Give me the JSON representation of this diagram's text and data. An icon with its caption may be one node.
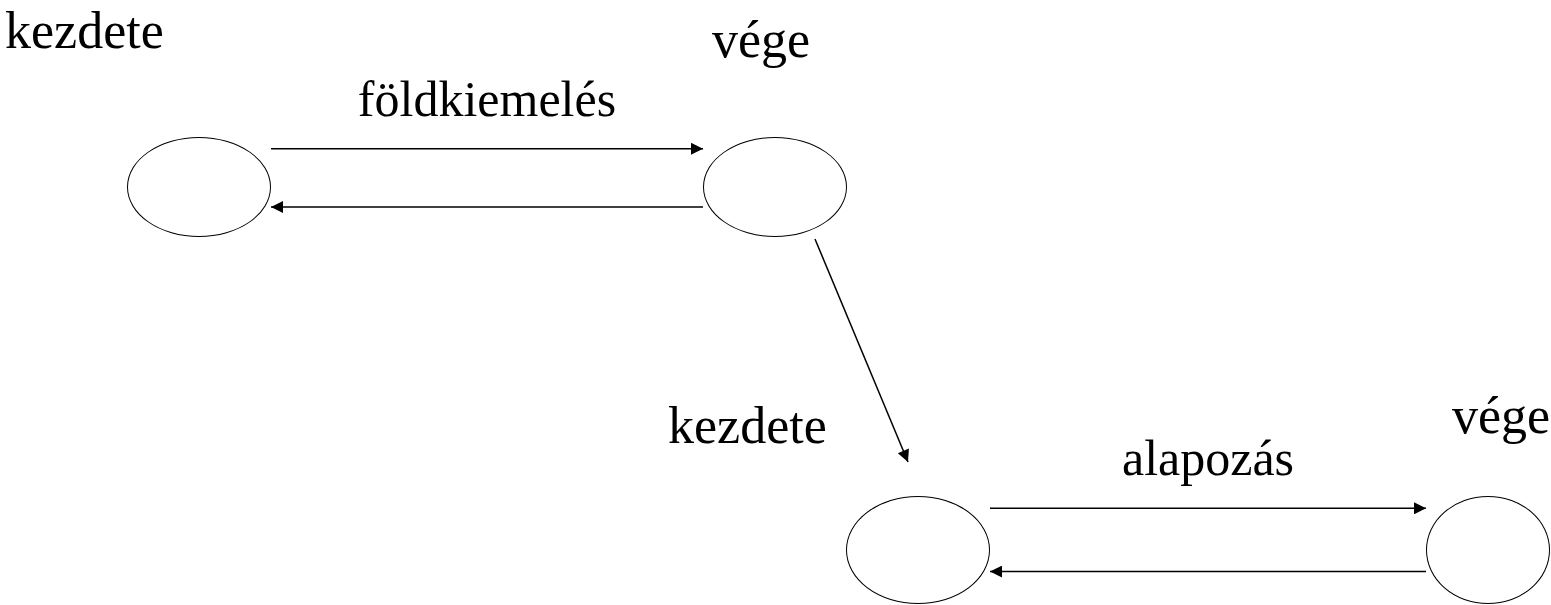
{
  "diagram": {
    "nodes": [
      {
        "text": [
          "kezdete"
        ]
      },
      {
        "text": [
          "vége"
        ]
      },
      {
        "text": [
          "kezdete"
        ]
      },
      {
        "text": [
          "vége"
        ]
      }
    ],
    "edges": [
      {
        "from": 0,
        "to": 1,
        "arrow": "to",
        "label": "földkiemelés"
      },
      {
        "from": 1,
        "to": 0,
        "arrow": "to"
      },
      {
        "from": 1,
        "to": 2,
        "arrow": "to"
      },
      {
        "from": 2,
        "to": 3,
        "arrow": "to",
        "label": "alapozás"
      },
      {
        "from": 3,
        "to": 2,
        "arrow": "to"
      }
    ]
  }
}
